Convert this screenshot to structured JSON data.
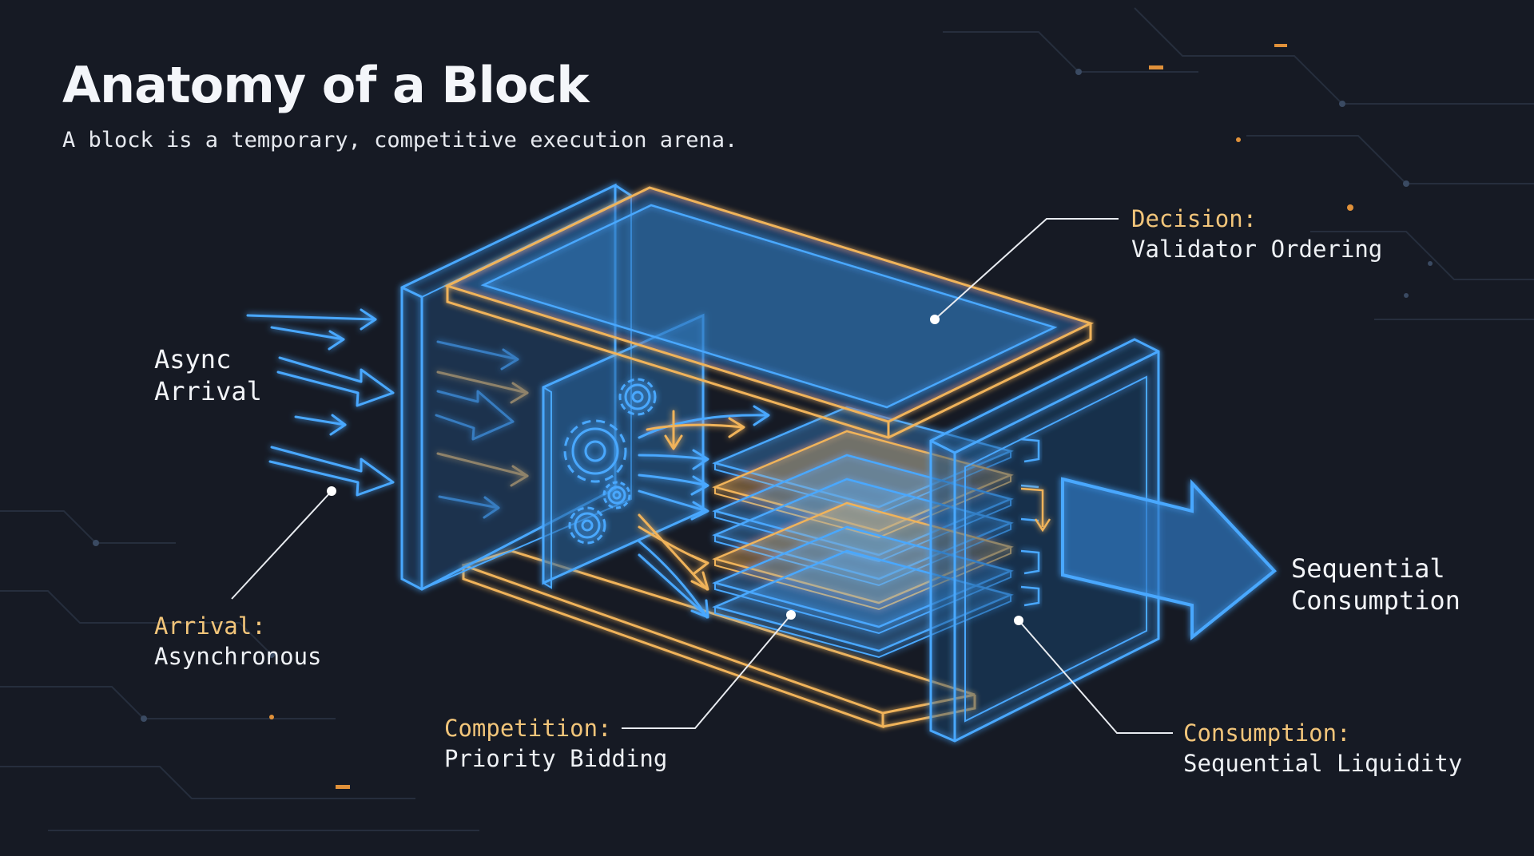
{
  "header": {
    "title": "Anatomy of a Block",
    "subtitle": "A block is a temporary, competitive execution arena."
  },
  "labels": {
    "async_arrival": [
      "Async",
      "Arrival"
    ],
    "arrival": {
      "key": "Arrival:",
      "value": "Asynchronous"
    },
    "decision": {
      "key": "Decision:",
      "value": "Validator Ordering"
    },
    "competition": {
      "key": "Competition:",
      "value": "Priority Bidding"
    },
    "consumption": {
      "key": "Consumption:",
      "value": "Sequential Liquidity"
    },
    "sequential_consumption": [
      "Sequential",
      "Consumption"
    ]
  },
  "colors": {
    "background": "#161a24",
    "blue": "#4aa8ff",
    "orange": "#f0b35a",
    "text": "#eef1f5",
    "accent_text": "#f2c57a"
  },
  "icons": [
    "gear-icon",
    "arrow-right-icon"
  ]
}
